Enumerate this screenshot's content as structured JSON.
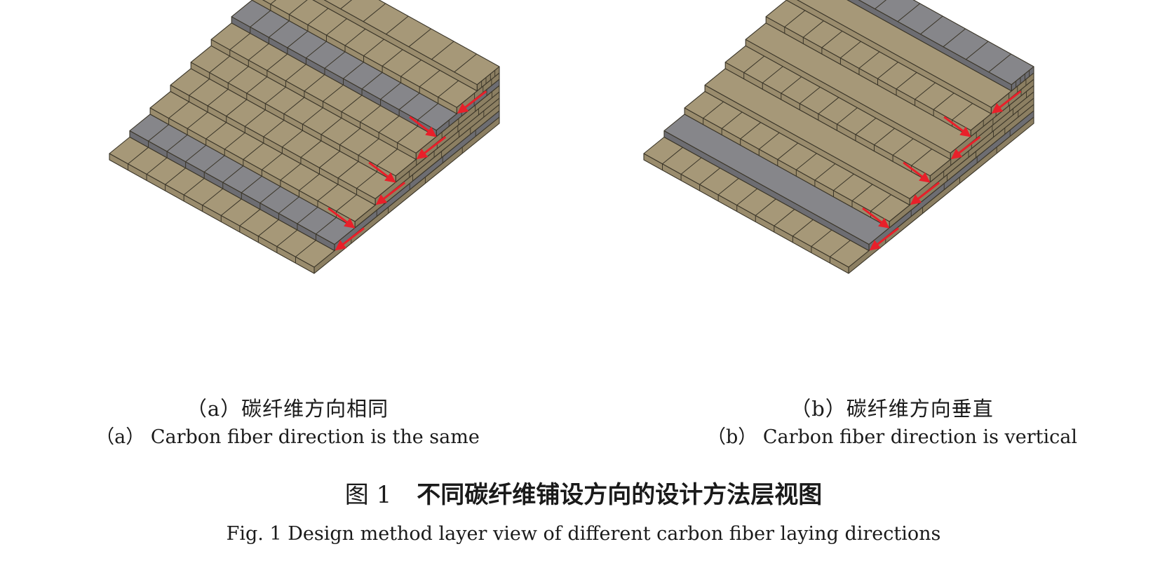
{
  "panels": [
    {
      "id": "a",
      "caption_cn": "（a）碳纤维方向相同",
      "caption_en": "（a） Carbon fiber direction is the same",
      "arrow_count": 7
    },
    {
      "id": "b",
      "caption_cn": "（b）碳纤维方向垂直",
      "caption_en": "（b） Carbon fiber direction is vertical",
      "arrow_count": 7
    }
  ],
  "figure": {
    "label": "图 1",
    "title": "不同碳纤维铺设方向的设计方法层视图",
    "subtitle": "Fig. 1 Design method layer view of different carbon fiber laying directions"
  },
  "colors": {
    "tan_top": "#a69878",
    "tan_front": "#9a8c6d",
    "tan_side": "#8c7f62",
    "grey_top": "#86868a",
    "grey_side": "#6d6d72",
    "edge": "#3a3528",
    "arrow": "#e8202a"
  }
}
